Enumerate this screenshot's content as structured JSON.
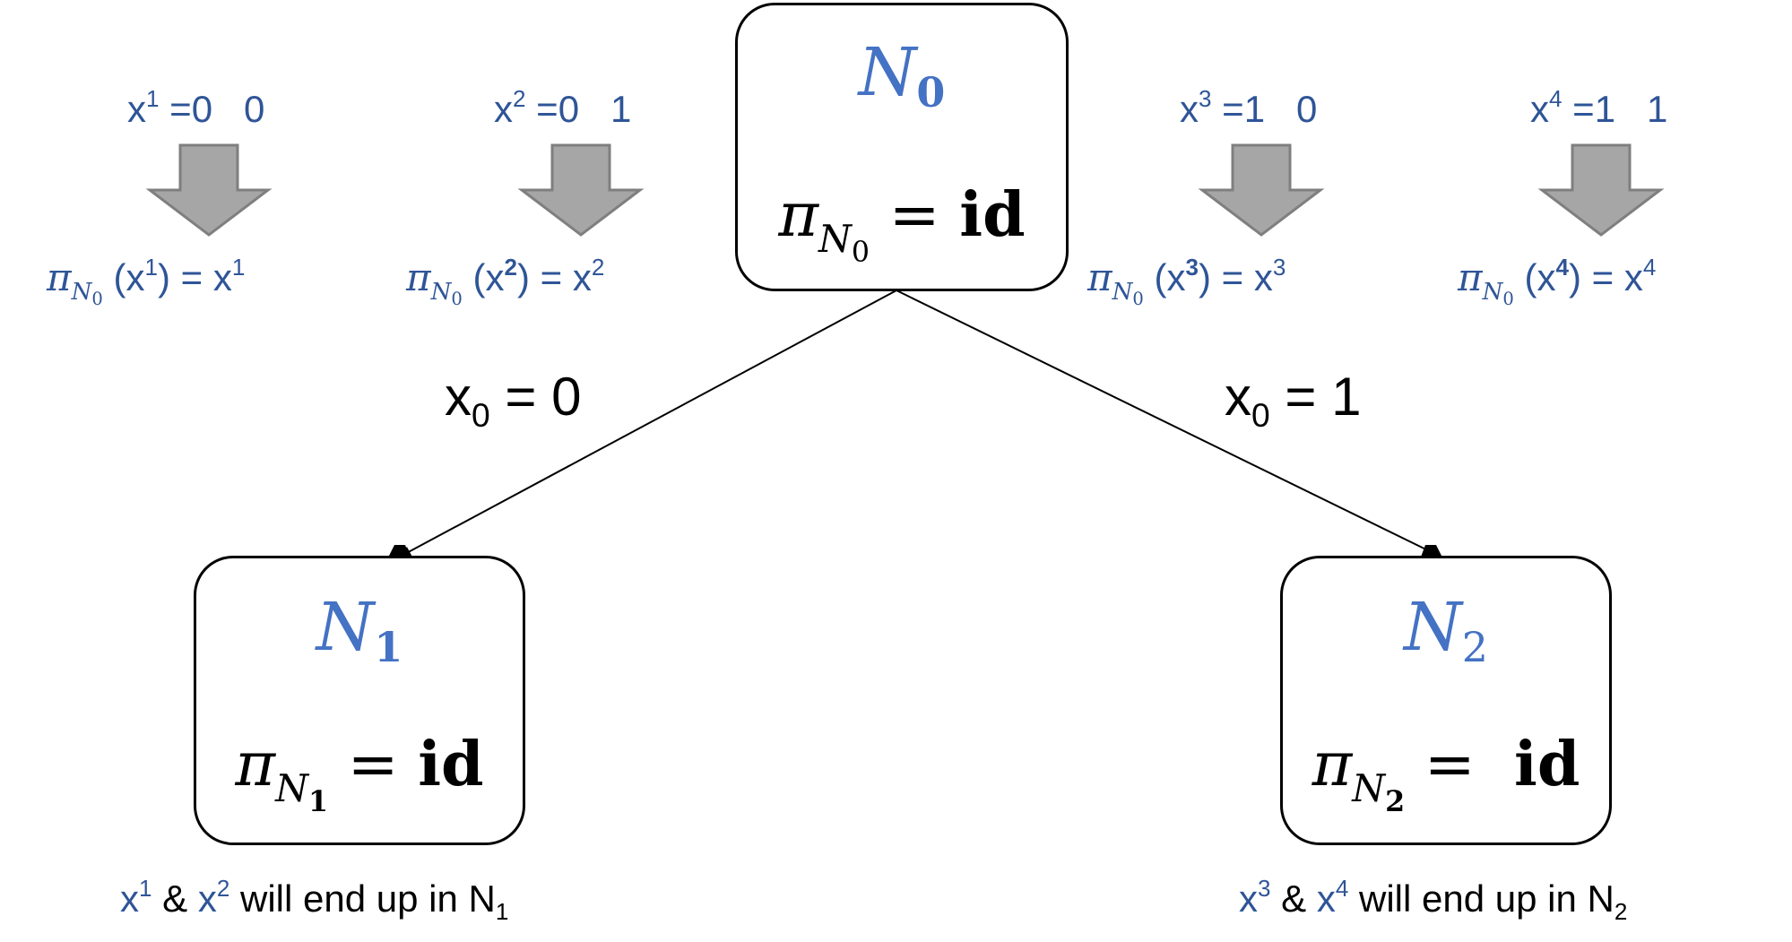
{
  "colors": {
    "accent_title": "#4472c4",
    "accent_text": "#2f5597",
    "arrow_fill": "#a6a6a6",
    "arrow_stroke": "#7f7f7f",
    "line": "#000000"
  },
  "nodes": {
    "n0": {
      "letter": "N",
      "index": "0",
      "perm_symbol": "π",
      "perm_sub_letter": "N",
      "perm_sub_index": "0",
      "perm_eq": "=",
      "perm_value": "id"
    },
    "n1": {
      "letter": "N",
      "index": "1",
      "perm_symbol": "π",
      "perm_sub_letter": "N",
      "perm_sub_index": "1",
      "perm_eq": "=",
      "perm_value": "id"
    },
    "n2": {
      "letter": "N",
      "index": "2",
      "perm_symbol": "π",
      "perm_sub_letter": "N",
      "perm_sub_index": "2",
      "perm_eq": "=",
      "perm_value": "id"
    }
  },
  "inputs": [
    {
      "var": "x",
      "sup": "1",
      "eq": "=",
      "bits": "0   0",
      "pi": "π",
      "pi_sub_letter": "N",
      "pi_sub_index": "0",
      "arg_sup": "1",
      "result_sup": "1"
    },
    {
      "var": "x",
      "sup": "2",
      "eq": "=",
      "bits": "0   1",
      "pi": "π",
      "pi_sub_letter": "N",
      "pi_sub_index": "0",
      "arg_sup": "2",
      "result_sup": "2"
    },
    {
      "var": "x",
      "sup": "3",
      "eq": "=",
      "bits": "1   0",
      "pi": "π",
      "pi_sub_letter": "N",
      "pi_sub_index": "0",
      "arg_sup": "3",
      "result_sup": "3"
    },
    {
      "var": "x",
      "sup": "4",
      "eq": "=",
      "bits": "1   1",
      "pi": "π",
      "pi_sub_letter": "N",
      "pi_sub_index": "0",
      "arg_sup": "4",
      "result_sup": "4"
    }
  ],
  "edges": {
    "left": {
      "var": "x",
      "sub": "0",
      "rest": " = 0"
    },
    "right": {
      "var": "x",
      "sub": "0",
      "rest": " = 1"
    }
  },
  "notes": {
    "left": {
      "a": "x",
      "a_sup": "1",
      "amp": " & ",
      "b": "x",
      "b_sup": "2",
      "text": " will end up in N",
      "node_sub": "1"
    },
    "right": {
      "a": "x",
      "a_sup": "3",
      "amp": " & ",
      "b": "x",
      "b_sup": "4",
      "text": " will end up in N",
      "node_sub": "2"
    }
  }
}
